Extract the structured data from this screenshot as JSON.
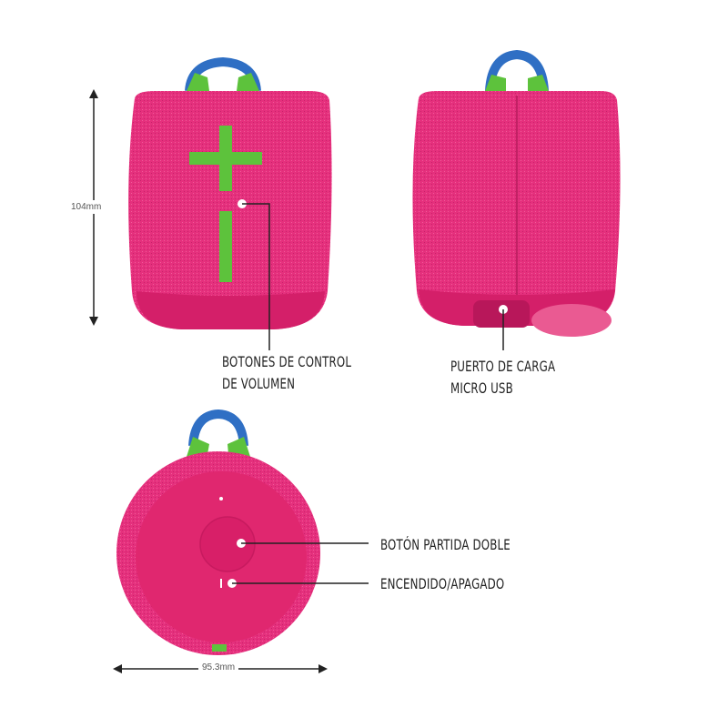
{
  "dimensions": {
    "height": "104mm",
    "width": "95.3mm"
  },
  "callouts": {
    "volume_line1": "BOTONES DE CONTROL",
    "volume_line2": "DE VOLUMEN",
    "charge_line1": "PUERTO DE CARGA",
    "charge_line2": "MICRO USB",
    "double_up": "BOTÓN PARTIDA DOBLE",
    "power": "ENCENDIDO/APAGADO"
  },
  "colors": {
    "body": "#e5307d",
    "base": "#d41f69",
    "accent_green": "#5dc23c",
    "strap_blue": "#2f6fc4"
  }
}
